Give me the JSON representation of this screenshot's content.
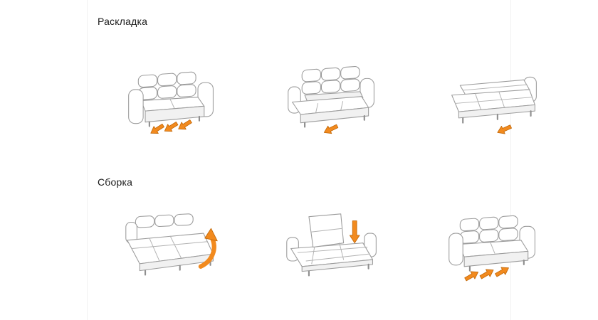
{
  "page": {
    "background": "#ffffff"
  },
  "sections": {
    "unfold": {
      "title": "Раскладка"
    },
    "fold": {
      "title": "Сборка"
    }
  },
  "figures": {
    "unfold": [
      "sofa-closed-pull-arrows",
      "sofa-seat-pulled-out",
      "sofa-half-unfolded",
      "sofa-bed-fully-open"
    ],
    "fold": [
      "sofa-bed-fold-up-arrow",
      "sofa-frame-mattress-upright",
      "sofa-push-in-arrows",
      "sofa-closed"
    ]
  },
  "colors": {
    "arrow_fill": "#F28A1E",
    "arrow_stroke": "#C46A0A",
    "outline": "#9C9C9C"
  }
}
